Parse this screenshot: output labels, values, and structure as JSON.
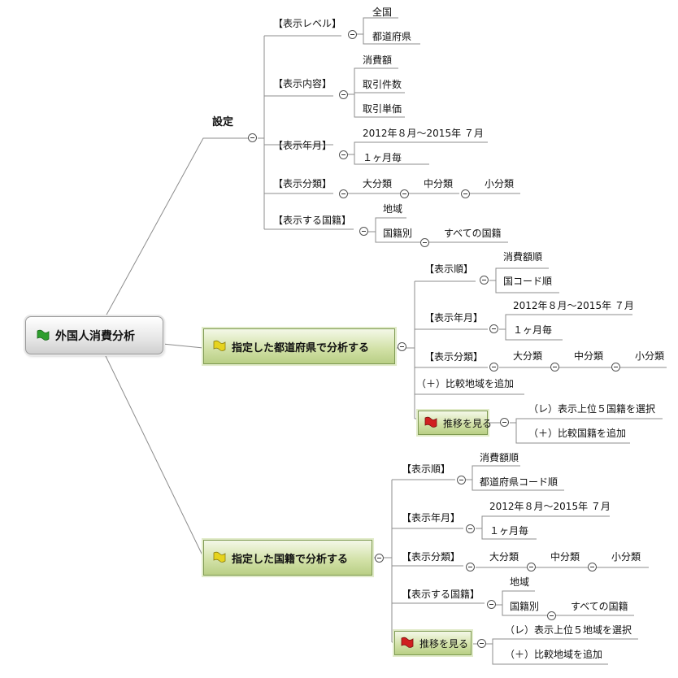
{
  "root": {
    "label": "外国人消費分析",
    "flag": "green"
  },
  "settings": {
    "label": "設定",
    "display_level": {
      "label": "【表示レベル】",
      "options": [
        "全国",
        "都道府県"
      ]
    },
    "display_content": {
      "label": "【表示内容】",
      "options": [
        "消費額",
        "取引件数",
        "取引単価"
      ]
    },
    "display_period": {
      "label": "【表示年月】",
      "range": "2012年８月～2015年 ７月",
      "interval": "１ヶ月毎"
    },
    "display_category": {
      "label": "【表示分類】",
      "levels": [
        "大分類",
        "中分類",
        "小分類"
      ]
    },
    "display_nationality": {
      "label": "【表示する国籍】",
      "region": "地域",
      "by_nation": "国籍別",
      "all": "すべての国籍"
    }
  },
  "pref_analysis": {
    "label": "指定した都道府県で分析する",
    "flag": "yellow",
    "order": {
      "label": "【表示順】",
      "options": [
        "消費額順",
        "国コード順"
      ]
    },
    "period": {
      "label": "【表示年月】",
      "range": "2012年８月～2015年 ７月",
      "interval": "１ヶ月毎"
    },
    "category": {
      "label": "【表示分類】",
      "levels": [
        "大分類",
        "中分類",
        "小分類"
      ]
    },
    "add_compare": "（＋）比較地域を追加",
    "trend": {
      "label": "推移を見る",
      "flag": "red",
      "options": [
        "（レ）表示上位５国籍を選択",
        "（＋）比較国籍を追加"
      ]
    }
  },
  "nation_analysis": {
    "label": "指定した国籍で分析する",
    "flag": "yellow",
    "order": {
      "label": "【表示順】",
      "options": [
        "消費額順",
        "都道府県コード順"
      ]
    },
    "period": {
      "label": "【表示年月】",
      "range": "2012年８月～2015年 ７月",
      "interval": "１ヶ月毎"
    },
    "category": {
      "label": "【表示分類】",
      "levels": [
        "大分類",
        "中分類",
        "小分類"
      ]
    },
    "nationality": {
      "label": "【表示する国籍】",
      "region": "地域",
      "by_nation": "国籍別",
      "all": "すべての国籍"
    },
    "trend": {
      "label": "推移を見る",
      "flag": "red",
      "options": [
        "（レ）表示上位５地域を選択",
        "（＋）比較地域を追加"
      ]
    }
  },
  "colors": {
    "line": "#8c8c8c",
    "branch": "#909090",
    "green_flag": "#2e9e2e",
    "yellow_flag": "#e6d31e",
    "red_flag": "#d02020"
  }
}
